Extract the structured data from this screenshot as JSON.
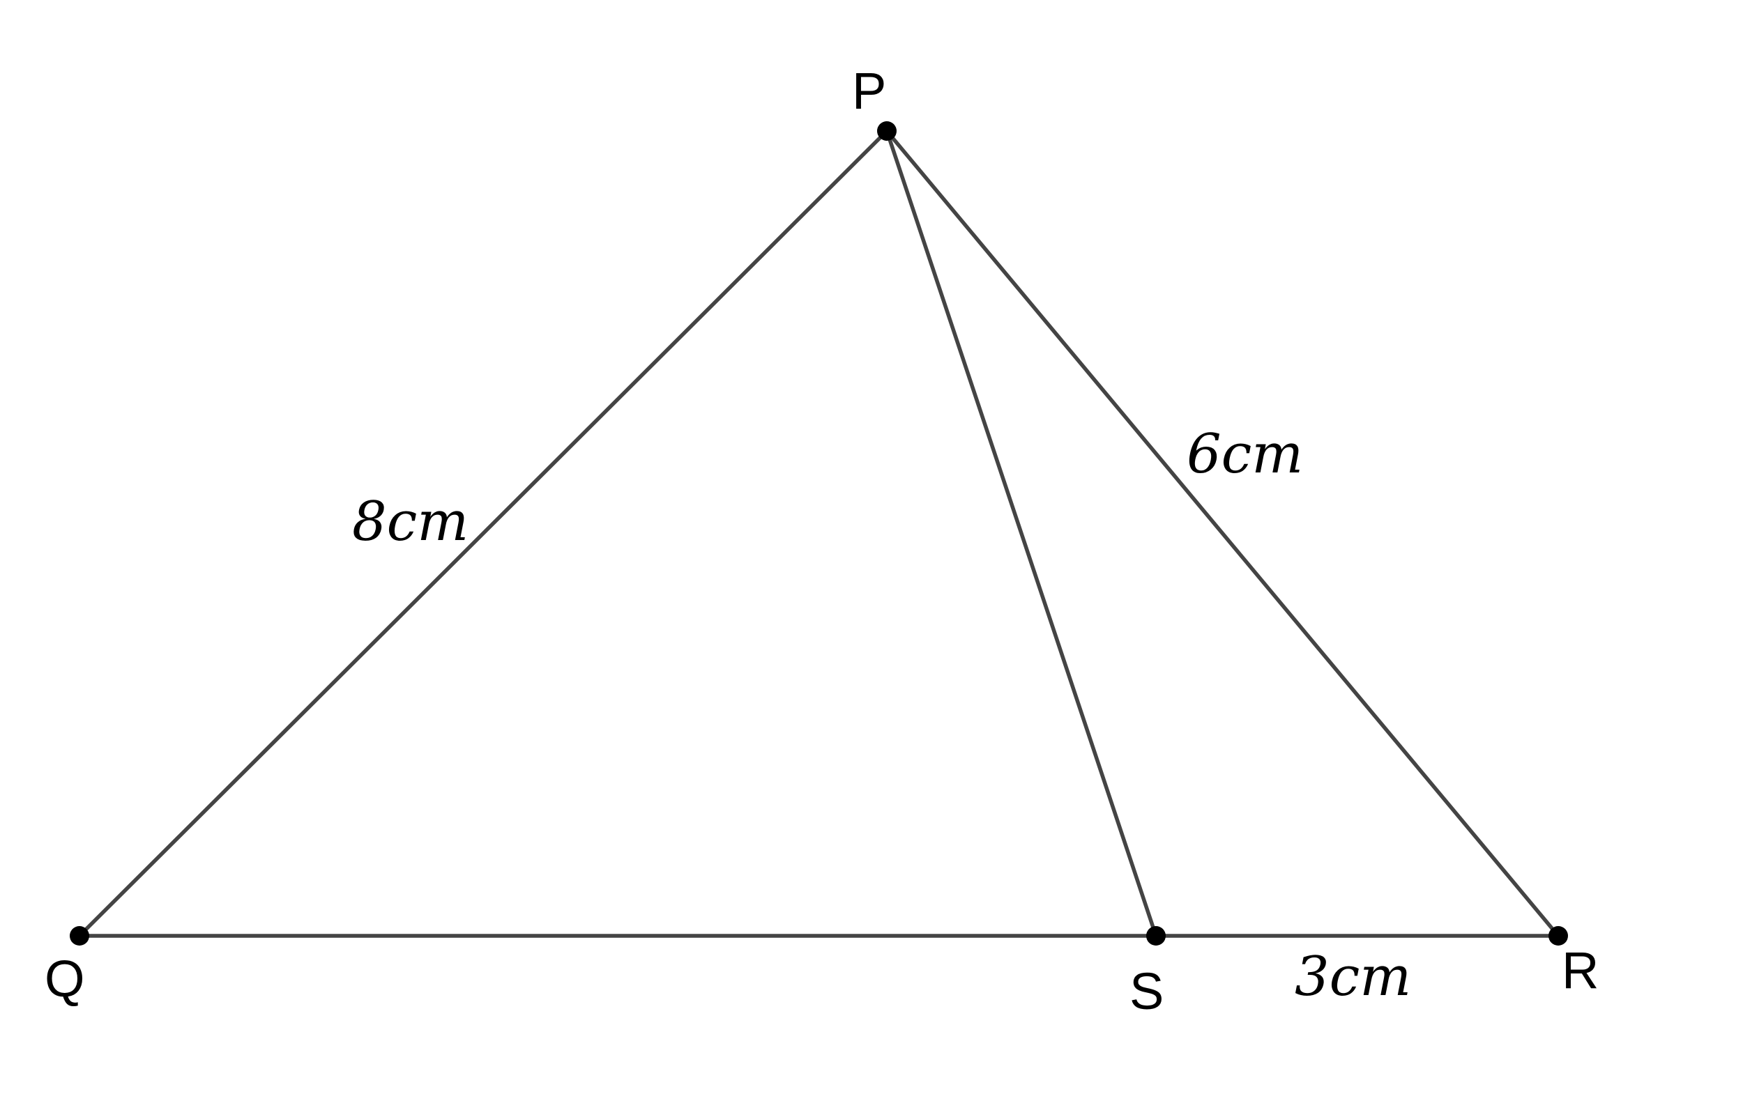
{
  "figure": {
    "vertices": {
      "P": "P",
      "Q": "Q",
      "R": "R",
      "S": "S"
    },
    "lengths": {
      "PQ": "8cm",
      "PR": "6cm",
      "SR": "3cm"
    },
    "colors": {
      "line": "#444444",
      "point": "#000000",
      "text": "#000000",
      "background": "#ffffff"
    }
  }
}
